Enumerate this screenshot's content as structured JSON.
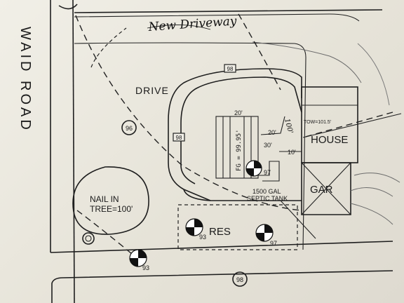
{
  "labels": {
    "road": "WAID ROAD",
    "new_driveway": "New Driveway",
    "drive": "DRIVE",
    "house": "HOUSE",
    "gar": "GAR",
    "res": "RES",
    "nail_line1": "NAIL IN",
    "nail_line2": "TREE=100'",
    "septic_line1": "1500 GAL",
    "septic_line2": "SEPTIC TANK",
    "tow": "TOW=101.5'",
    "fg": "FG = 99.95'",
    "dim_20_top": "20'",
    "dim_20_side": "20'",
    "dim_30": "30'",
    "dim_10": "10'",
    "dim_100": "100'"
  },
  "markers": {
    "m96": "96",
    "m98_top": "98",
    "m98_left": "98",
    "m98_bottom": "98",
    "m97_septic": "97",
    "m93_res": "93",
    "m97_res": "97",
    "m93_bottom": "93"
  }
}
